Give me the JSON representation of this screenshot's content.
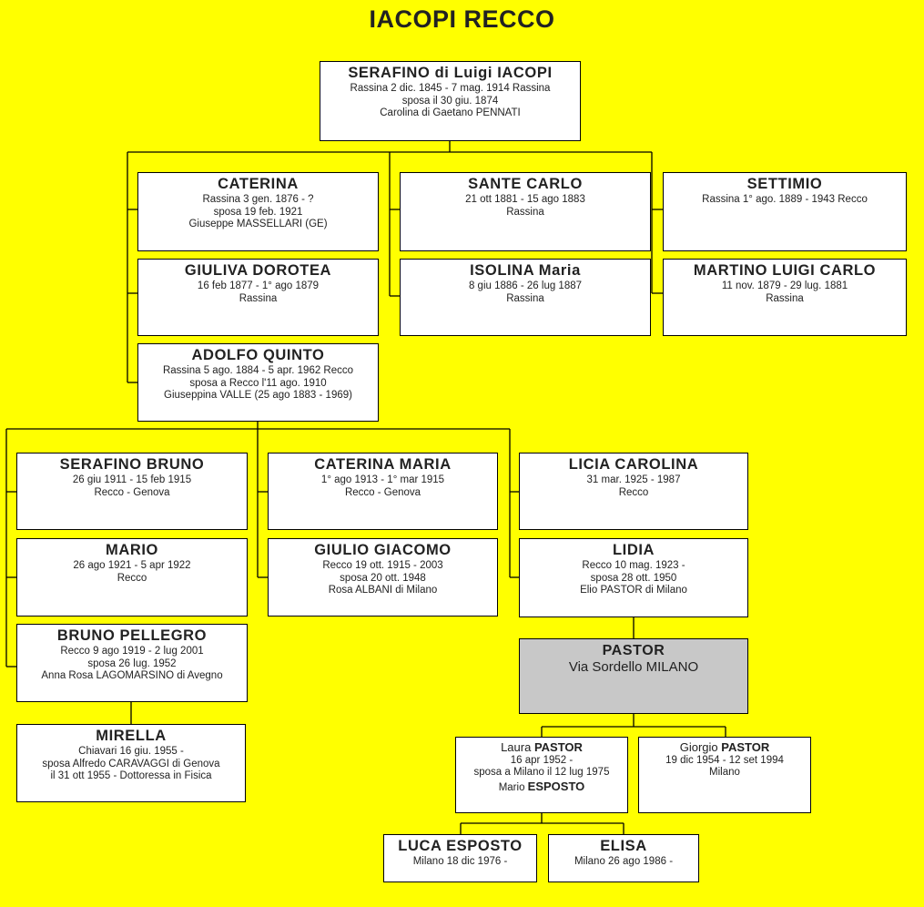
{
  "title": "IACOPI RECCO",
  "colors": {
    "background": "#ffff00",
    "box": "#ffffff",
    "highlight_box": "#c8c8c8"
  },
  "people": {
    "serafino_root": {
      "name": "SERAFINO di Luigi IACOPI",
      "lines": [
        "Rassina 2 dic. 1845 - 7 mag. 1914 Rassina",
        "sposa il 30 giu. 1874",
        "Carolina di Gaetano PENNATI"
      ]
    },
    "caterina": {
      "name": "CATERINA",
      "lines": [
        "Rassina 3 gen. 1876 - ?",
        "sposa 19 feb. 1921",
        "Giuseppe MASSELLARI (GE)"
      ]
    },
    "giuliva": {
      "name": "GIULIVA DOROTEA",
      "lines": [
        "16 feb 1877 - 1° ago 1879",
        "Rassina"
      ]
    },
    "adolfo": {
      "name": "ADOLFO QUINTO",
      "lines": [
        "Rassina 5 ago. 1884 - 5 apr. 1962 Recco",
        "sposa a Recco l'11 ago. 1910",
        "Giuseppina VALLE (25 ago 1883 - 1969)"
      ]
    },
    "sante_carlo": {
      "name": "SANTE CARLO",
      "lines": [
        "21 ott 1881 - 15 ago 1883",
        "Rassina"
      ]
    },
    "isolina": {
      "name": "ISOLINA Maria",
      "lines": [
        "8 giu 1886 - 26 lug 1887",
        "Rassina"
      ]
    },
    "settimio": {
      "name": "SETTIMIO",
      "lines": [
        "Rassina 1° ago. 1889 - 1943 Recco"
      ]
    },
    "martino": {
      "name": "MARTINO LUIGI CARLO",
      "lines": [
        "11 nov. 1879 - 29 lug. 1881",
        "Rassina"
      ]
    },
    "serafino_bruno": {
      "name": "SERAFINO BRUNO",
      "lines": [
        "26 giu 1911 - 15 feb 1915",
        "Recco - Genova"
      ]
    },
    "mario": {
      "name": "MARIO",
      "lines": [
        "26 ago 1921 - 5 apr 1922",
        "Recco"
      ]
    },
    "bruno_pellegro": {
      "name": "BRUNO PELLEGRO",
      "lines": [
        "Recco 9 ago 1919 - 2 lug 2001",
        "sposa 26 lug. 1952",
        "Anna Rosa LAGOMARSINO di Avegno"
      ]
    },
    "mirella": {
      "name": "MIRELLA",
      "lines": [
        "Chiavari 16 giu. 1955 -",
        "sposa Alfredo CARAVAGGI di Genova",
        "il 31 ott 1955 - Dottoressa in Fisica"
      ]
    },
    "caterina_maria": {
      "name": "CATERINA MARIA",
      "lines": [
        "1° ago 1913 - 1° mar 1915",
        "Recco - Genova"
      ]
    },
    "giulio": {
      "name": "GIULIO GIACOMO",
      "lines": [
        "Recco 19 ott. 1915 - 2003",
        "sposa 20 ott. 1948",
        "Rosa ALBANI di Milano"
      ]
    },
    "licia": {
      "name": "LICIA CAROLINA",
      "lines": [
        "31 mar. 1925 - 1987",
        "Recco"
      ]
    },
    "lidia": {
      "name": "LIDIA",
      "lines": [
        "Recco 10 mag. 1923 -",
        "sposa 28 ott. 1950",
        "Elio PASTOR di Milano"
      ]
    },
    "pastor": {
      "name": "PASTOR",
      "lines": [
        "Via Sordello MILANO"
      ]
    },
    "laura": {
      "prefix": "Laura ",
      "surname": "PASTOR",
      "lines": [
        "16 apr 1952 -",
        "sposa a Milano il 12 lug 1975"
      ],
      "spouse_prefix": "Mario ",
      "spouse_surname": "ESPOSTO"
    },
    "giorgio": {
      "prefix": "Giorgio ",
      "surname": "PASTOR",
      "lines": [
        "19 dic 1954 - 12 set 1994",
        "Milano"
      ]
    },
    "luca": {
      "name": "LUCA ESPOSTO",
      "lines": [
        "Milano 18 dic 1976 -"
      ]
    },
    "elisa": {
      "name": "ELISA",
      "lines": [
        "Milano 26 ago 1986 -"
      ]
    }
  }
}
